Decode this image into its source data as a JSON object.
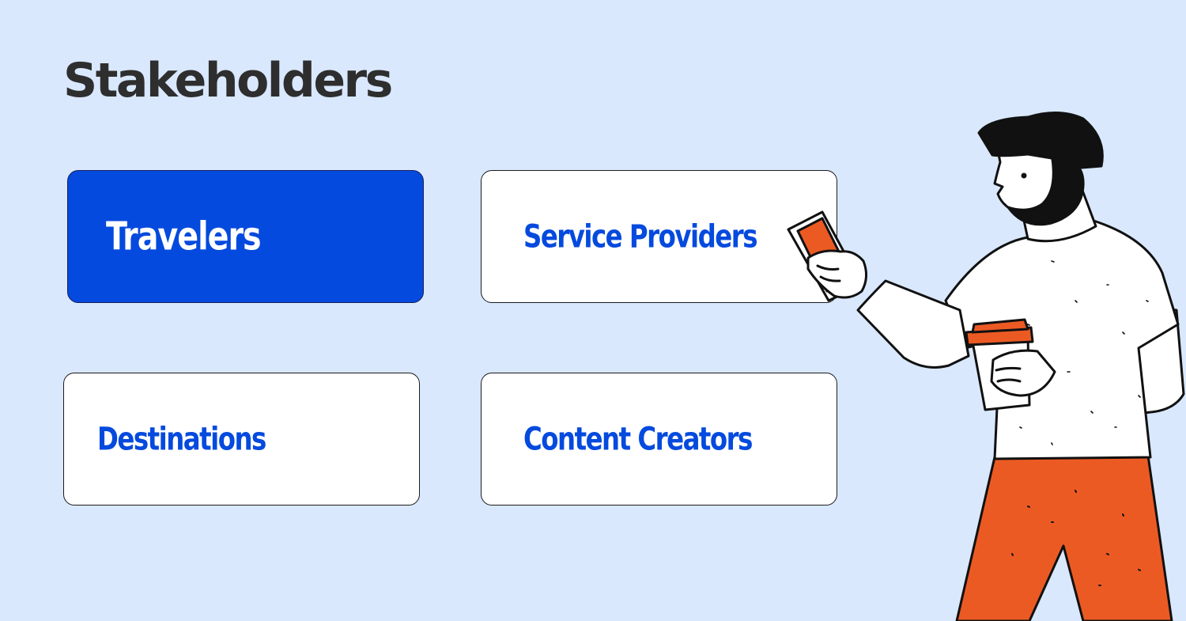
{
  "page": {
    "title": "Stakeholders"
  },
  "cards": [
    {
      "label": "Travelers",
      "active": true
    },
    {
      "label": "Service Providers",
      "active": false
    },
    {
      "label": "Destinations",
      "active": false
    },
    {
      "label": "Content Creators",
      "active": false
    }
  ],
  "colors": {
    "background": "#d9e8fd",
    "accent": "#054ade",
    "title": "#2e2e2e",
    "card_background": "#ffffff",
    "illustration_accent": "#ec5a24"
  },
  "illustration": {
    "icon": "man-with-phone-and-coffee-illustration"
  }
}
